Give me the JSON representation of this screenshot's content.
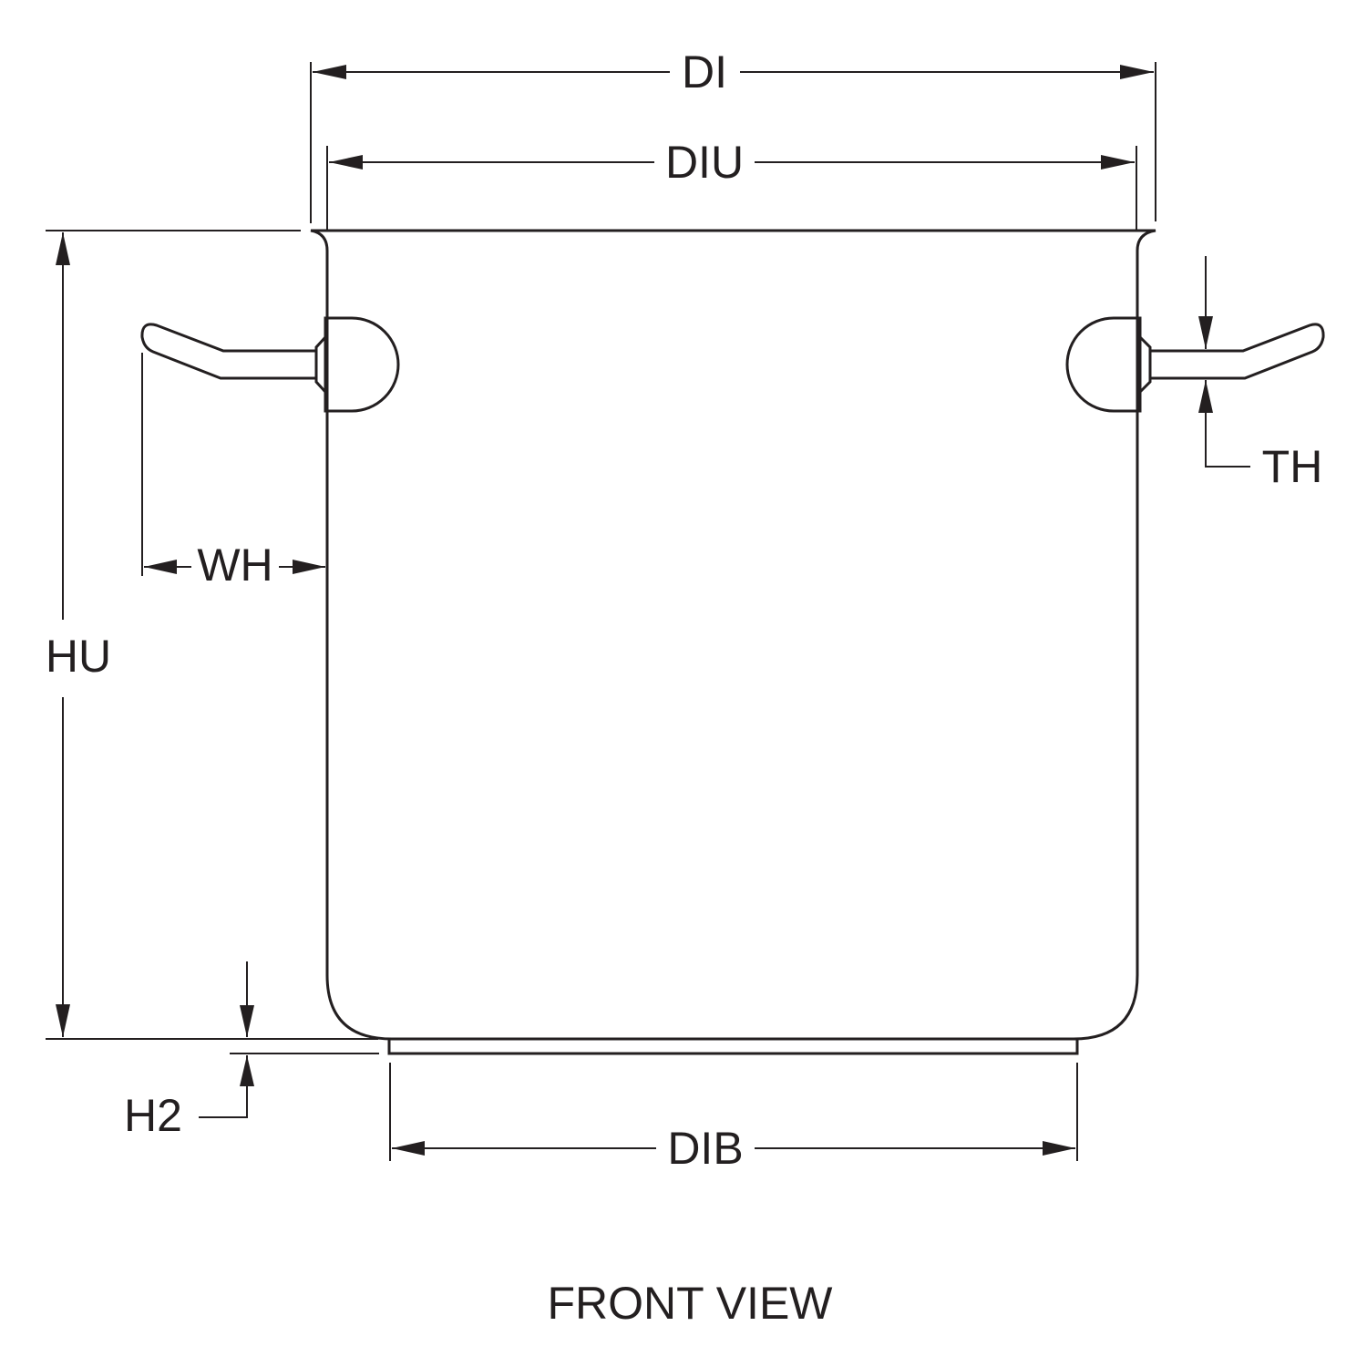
{
  "diagram": {
    "title": "FRONT VIEW",
    "dimensions": {
      "di": "DI",
      "diu": "DIU",
      "hu": "HU",
      "wh": "WH",
      "th": "TH",
      "h2": "H2",
      "dib": "DIB"
    }
  }
}
